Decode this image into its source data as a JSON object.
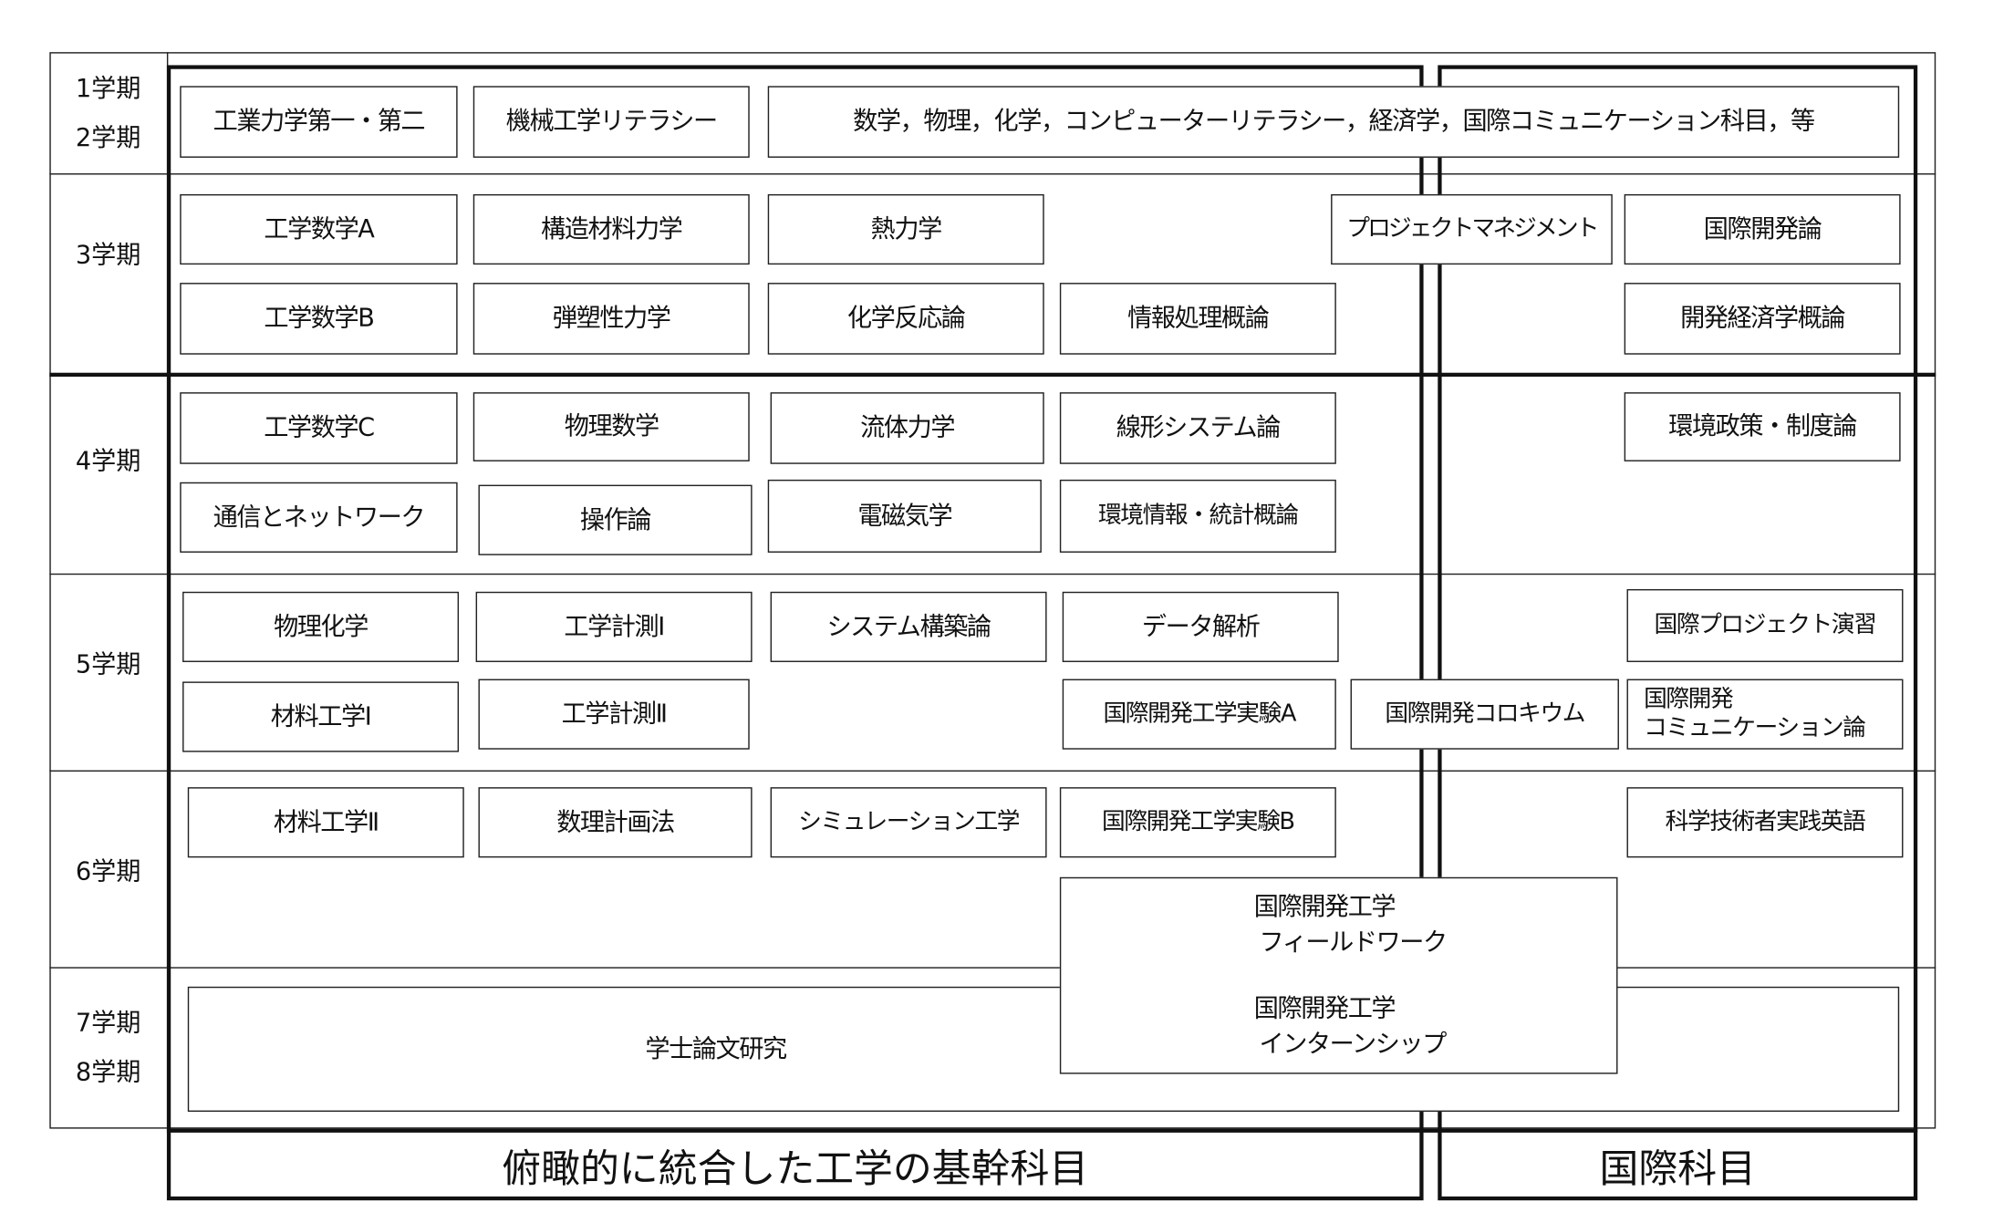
{
  "semesters": [
    {
      "lines": [
        "1学期",
        "2学期"
      ]
    },
    {
      "lines": [
        "3学期"
      ]
    },
    {
      "lines": [
        "4学期"
      ]
    },
    {
      "lines": [
        "5学期"
      ]
    },
    {
      "lines": [
        "6学期"
      ]
    },
    {
      "lines": [
        "7学期",
        "8学期"
      ]
    }
  ],
  "courses": {
    "r12": [
      "工業力学第一・第二",
      "機械工学リテラシー",
      "数学，物理，化学，コンピューターリテラシー，経済学，国際コミュニケーション科目，等"
    ],
    "r3a": [
      "工学数学A",
      "構造材料力学",
      "熱力学",
      "プロジェクトマネジメント",
      "国際開発論"
    ],
    "r3b": [
      "工学数学B",
      "弾塑性力学",
      "化学反応論",
      "情報処理概論",
      "開発経済学概論"
    ],
    "r4a": [
      "工学数学C",
      "物理数学",
      "流体力学",
      "線形システム論",
      "環境政策・制度論"
    ],
    "r4b": [
      "通信とネットワーク",
      "操作論",
      "電磁気学",
      "環境情報・統計概論"
    ],
    "r5a": [
      "物理化学",
      "工学計測Ⅰ",
      "システム構築論",
      "データ解析",
      "国際プロジェクト演習"
    ],
    "r5b": [
      "材料工学Ⅰ",
      "工学計測Ⅱ",
      "国際開発工学実験A",
      "国際開発コロキウム",
      "国際開発",
      "コミュニケーション論"
    ],
    "r6": [
      "材料工学Ⅱ",
      "数理計画法",
      "シミュレーション工学",
      "国際開発工学実験B",
      "科学技術者実践英語"
    ],
    "thesis": "学士論文研究",
    "fieldwork": [
      "国際開発工学",
      "フィールドワーク",
      "国際開発工学",
      "インターンシップ"
    ]
  },
  "footer": {
    "core": "俯瞰的に統合した工学の基幹科目",
    "intl": "国際科目"
  }
}
